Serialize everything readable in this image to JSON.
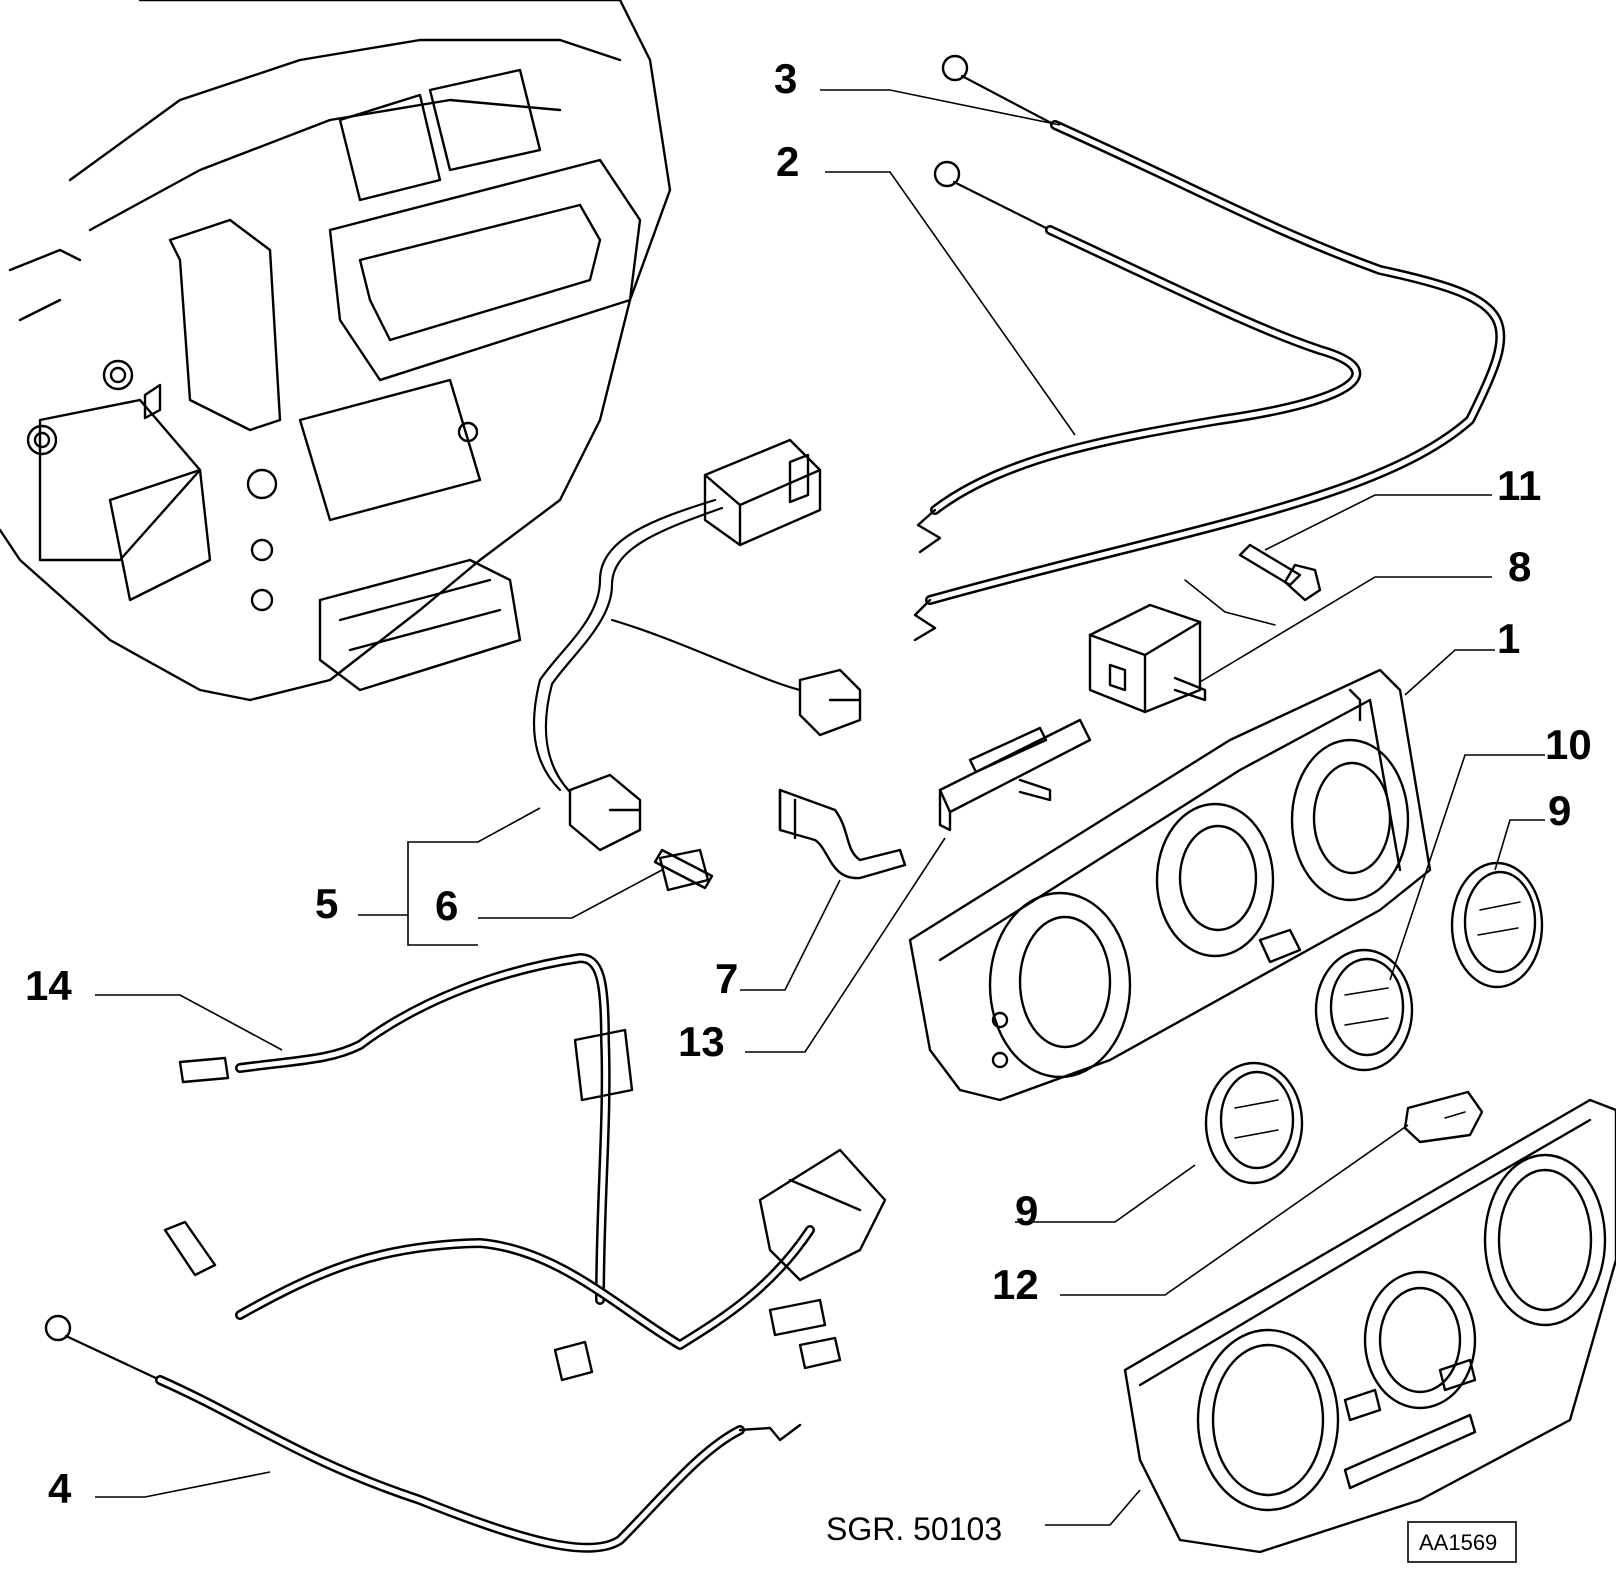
{
  "diagram": {
    "reference": "SGR. 50103",
    "drawing_code": "AA1569",
    "callouts": [
      {
        "id": "c1",
        "number": "1"
      },
      {
        "id": "c2",
        "number": "2"
      },
      {
        "id": "c3",
        "number": "3"
      },
      {
        "id": "c4",
        "number": "4"
      },
      {
        "id": "c5",
        "number": "5"
      },
      {
        "id": "c6",
        "number": "6"
      },
      {
        "id": "c7",
        "number": "7"
      },
      {
        "id": "c8",
        "number": "8"
      },
      {
        "id": "c9a",
        "number": "9"
      },
      {
        "id": "c9b",
        "number": "9"
      },
      {
        "id": "c10",
        "number": "10"
      },
      {
        "id": "c11",
        "number": "11"
      },
      {
        "id": "c12",
        "number": "12"
      },
      {
        "id": "c13",
        "number": "13"
      },
      {
        "id": "c14",
        "number": "14"
      }
    ]
  }
}
